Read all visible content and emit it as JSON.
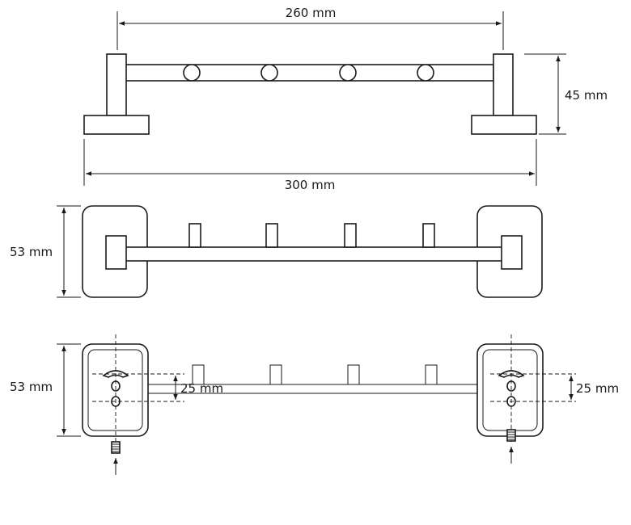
{
  "top_view": {
    "width_inner": "260 mm",
    "height": "45 mm",
    "width_total": "300 mm"
  },
  "middle_view": {
    "depth": "53 mm"
  },
  "bottom_view": {
    "depth": "53 mm",
    "hole_spacing_left": "25 mm",
    "hole_spacing_right": "25 mm"
  },
  "colors": {
    "line": "#1a1a1a",
    "background": "#ffffff"
  }
}
